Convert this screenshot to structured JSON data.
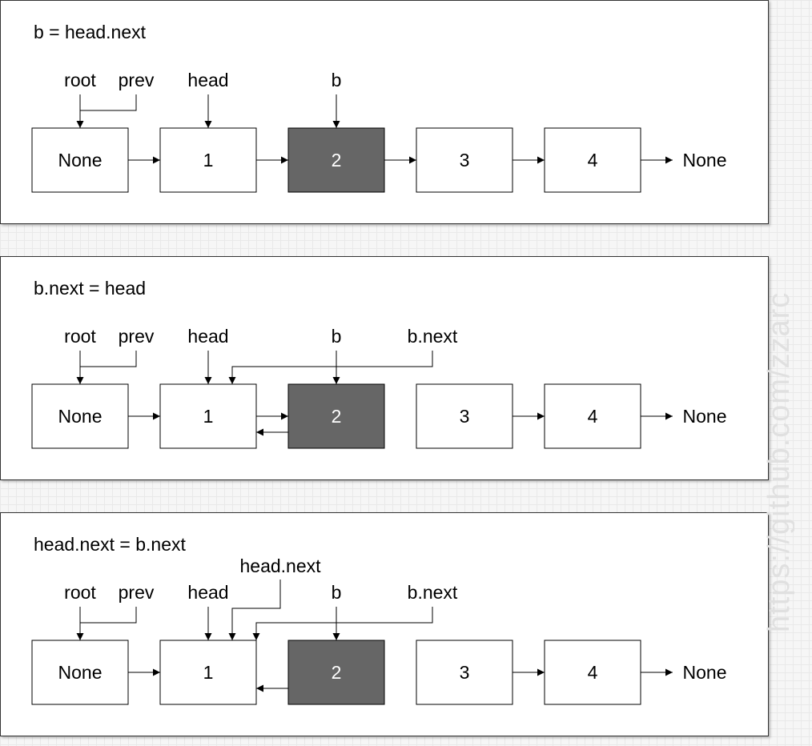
{
  "watermark": "https://github.com/zzarc",
  "panels": [
    {
      "caption": "b = head.next",
      "labels": {
        "root": "root",
        "prev": "prev",
        "head": "head",
        "b": "b"
      },
      "nodes": [
        "None",
        "1",
        "2",
        "3",
        "4"
      ],
      "tail": "None"
    },
    {
      "caption": "b.next = head",
      "labels": {
        "root": "root",
        "prev": "prev",
        "head": "head",
        "b": "b",
        "bnext": "b.next"
      },
      "nodes": [
        "None",
        "1",
        "2",
        "3",
        "4"
      ],
      "tail": "None"
    },
    {
      "caption": "head.next = b.next",
      "labels": {
        "root": "root",
        "prev": "prev",
        "head": "head",
        "headnext": "head.next",
        "b": "b",
        "bnext": "b.next"
      },
      "nodes": [
        "None",
        "1",
        "2",
        "3",
        "4"
      ],
      "tail": "None"
    }
  ]
}
